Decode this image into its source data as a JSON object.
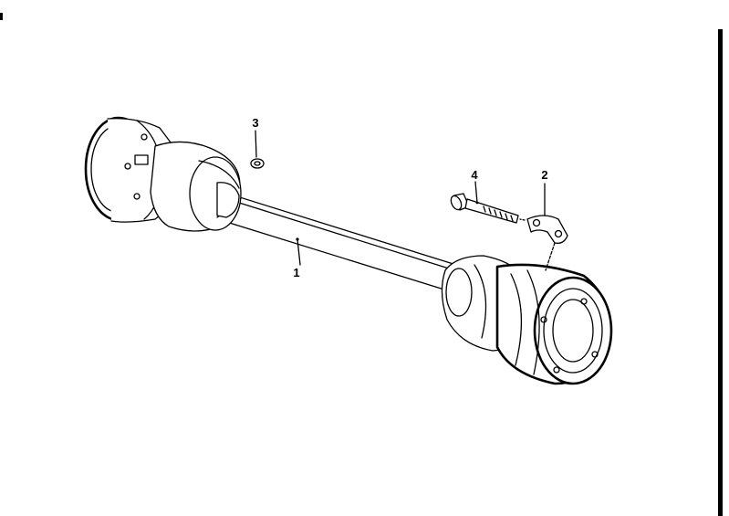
{
  "callouts": {
    "shaft": "1",
    "bracket": "2",
    "washer": "3",
    "bolt": "4"
  },
  "colors": {
    "ink": "#000000",
    "paper": "#ffffff"
  }
}
